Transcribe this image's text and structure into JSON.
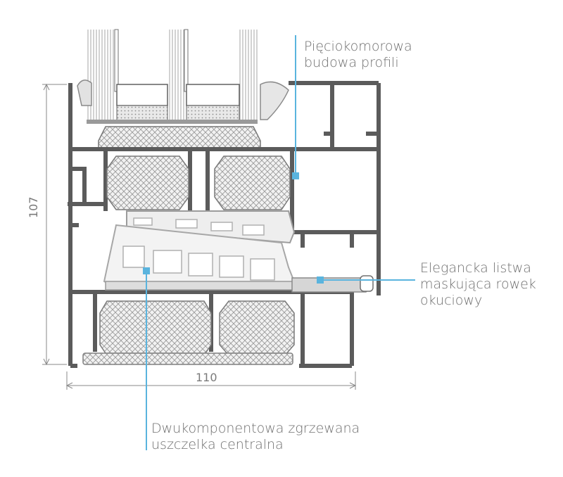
{
  "callouts": {
    "top": {
      "line1": "Pięciokomorowa",
      "line2": "budowa profili"
    },
    "right": {
      "line1": "Elegancka listwa",
      "line2": "maskująca rowek",
      "line3": "okuciowy"
    },
    "bottom": {
      "line1": "Dwukomponentowa zgrzewana",
      "line2": "uszczelka centralna"
    }
  },
  "dimensions": {
    "height": "107",
    "width": "110"
  },
  "colors": {
    "profile": "#5b5b5b",
    "gasket": "#b9b9b9",
    "gasket_light": "#e6e6e6",
    "insulation": "#c8c8c8",
    "leader": "#5ab4de",
    "dim_line": "#8a8a8a"
  }
}
